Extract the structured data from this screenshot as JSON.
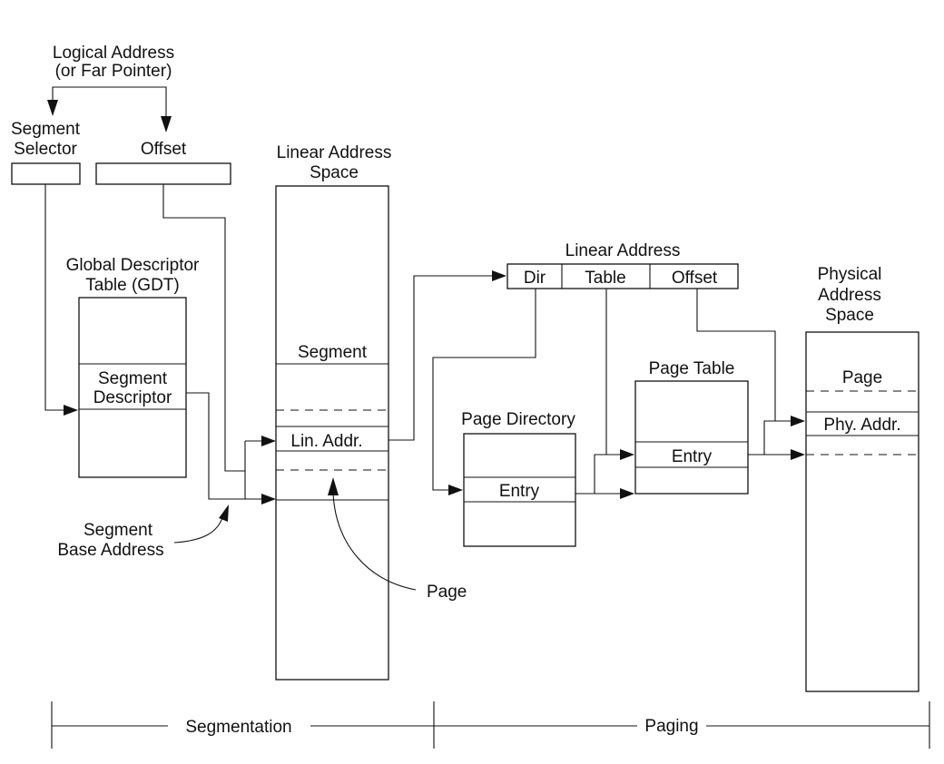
{
  "labels": {
    "logical_address_1": "Logical Address",
    "logical_address_2": "(or Far Pointer)",
    "segment_selector_1": "Segment",
    "segment_selector_2": "Selector",
    "offset": "Offset",
    "linear_address_space_1": "Linear Address",
    "linear_address_space_2": "Space",
    "gdt_1": "Global Descriptor",
    "gdt_2": "Table (GDT)",
    "segment_descriptor_1": "Segment",
    "segment_descriptor_2": "Descriptor",
    "segment": "Segment",
    "lin_addr": "Lin. Addr.",
    "segment_base_address_1": "Segment",
    "segment_base_address_2": "Base Address",
    "page_pointer": "Page",
    "linear_address": "Linear Address",
    "dir": "Dir",
    "table": "Table",
    "linear_offset": "Offset",
    "page_directory": "Page Directory",
    "pd_entry": "Entry",
    "page_table": "Page Table",
    "pt_entry": "Entry",
    "physical_address_space_1": "Physical",
    "physical_address_space_2": "Address",
    "physical_address_space_3": "Space",
    "page": "Page",
    "phy_addr": "Phy. Addr.",
    "segmentation": "Segmentation",
    "paging": "Paging"
  }
}
